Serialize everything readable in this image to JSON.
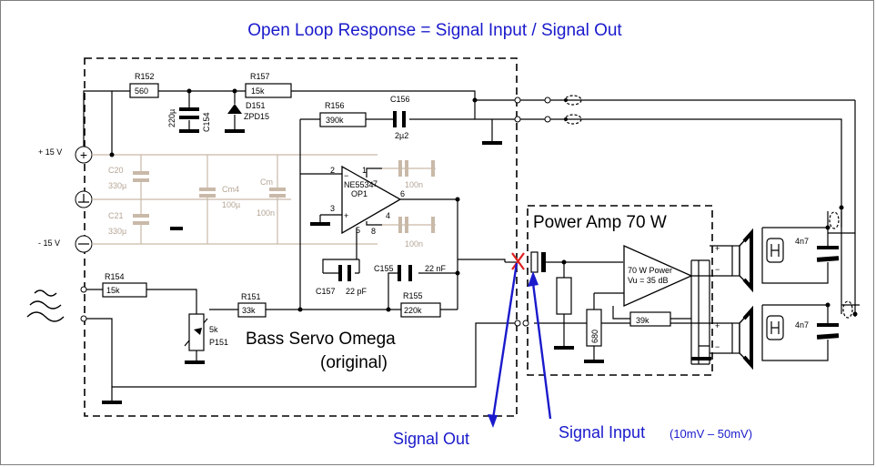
{
  "title": "Open Loop Response = Signal Input / Signal Out",
  "blocks": {
    "bass_servo": "Bass Servo Omega",
    "bass_servo_sub": "(original)",
    "power_amp": "Power Amp 70 W"
  },
  "signals": {
    "out": "Signal Out",
    "in": "Signal Input",
    "in_range": "(10mV – 50mV)"
  },
  "rails": {
    "pos": "+ 15 V",
    "neg": "- 15 V"
  },
  "components": {
    "r152": "R152",
    "r152_val": "560",
    "r157": "R157",
    "r157_val": "15k",
    "c154_val": "220µ",
    "c154": "C154",
    "d151": "D151",
    "d151_type": "ZPD15",
    "r156": "R156",
    "r156_val": "390k",
    "c156": "C156",
    "c156_val": "2µ2",
    "c20": "C20",
    "c20_val": "330µ",
    "c21": "C21",
    "c21_val": "330µ",
    "cm4": "Cm4",
    "cm4_val": "100µ",
    "cm": "Cm",
    "cm_val": "100n",
    "op_type": "NE5534",
    "op_name": "OP1",
    "pin2": "2",
    "pin3": "3",
    "pin1": "1",
    "pin7": "7",
    "pin6": "6",
    "pin4": "4",
    "pin5": "5",
    "pin8": "8",
    "cap_top_val": "100n",
    "cap_bot_val": "100n",
    "r154": "R154",
    "r154_val": "15k",
    "r151": "R151",
    "r151_val": "33k",
    "p151_val": "5k",
    "p151": "P151",
    "c157": "C157",
    "c157_val": "22 pF",
    "c155": "C155",
    "c155_val": "22 nF",
    "r155": "R155",
    "r155_val": "220k",
    "amp_line1": "70 W Power",
    "amp_line2": "Vu = 35 dB",
    "r_fb_val": "39k",
    "r_gnd_val": "680",
    "cap_spk1_val": "4n7",
    "cap_spk2_val": "4n7"
  }
}
